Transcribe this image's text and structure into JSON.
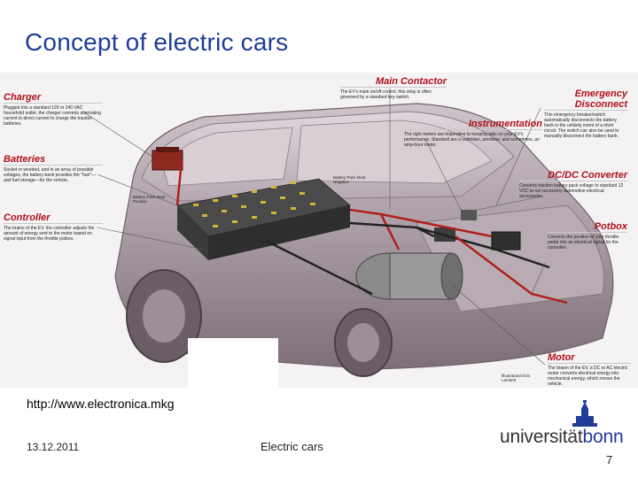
{
  "slide": {
    "title": "Concept of electric cars",
    "source_url": "http://www.electronica.mkg",
    "date": "13.12.2011",
    "footer_center": "Electric cars",
    "page_number": "7",
    "logo_prefix": "universität",
    "logo_suffix": "bonn"
  },
  "colors": {
    "title": "#1f3c99",
    "callout_heading": "#b0101a",
    "car_body": "#a89aa3",
    "logo_blue": "#1f3c99"
  },
  "callouts": {
    "charger": {
      "heading": "Charger",
      "body": "Plugged into a standard 120 or 240 VAC household outlet, the charger converts alternating current to direct current to charge the traction batteries."
    },
    "batteries": {
      "heading": "Batteries",
      "body": "Socket or weeded, and in an array of possible voltages, the battery bank provides the \"fuel\"—and fuel storage—for the vehicle."
    },
    "controller": {
      "heading": "Controller",
      "body": "The brains of the EV, the controller adjusts the amount of energy sent to the motor based on signal input from the throttle potbox."
    },
    "main_contactor": {
      "heading": "Main Contactor",
      "body": "The EV's main on/off control, this relay is often governed by a standard key switch."
    },
    "instrumentation": {
      "heading": "Instrumentation",
      "body": "The right meters are imperative to keeping tabs on your EV's performance. Standard are a voltmeter, ammeter, and sometimes, an amp-hour meter."
    },
    "emergency_disconnect": {
      "heading": "Emergency Disconnect",
      "body": "This emergency breaker/switch automatically disconnects the battery bank in the unlikely event of a short circuit. The switch can also be used to manually disconnect the battery bank."
    },
    "dcdc_converter": {
      "heading": "DC/DC Converter",
      "body": "Converts traction battery pack voltage to standard 12 VDC to run accessory automotive electrical accessories."
    },
    "potbox": {
      "heading": "Potbox",
      "body": "Converts the position of your throttle pedal into an electrical signal for the controller."
    },
    "motor": {
      "heading": "Motor",
      "body": "The brawn of the EV, a DC or AC electric motor converts electrical energy into mechanical energy, which moves the vehicle."
    }
  },
  "labels": {
    "battery_pack_positive": "Battery Pack Most Positive",
    "battery_pack_negative": "Battery Pack Most Negative",
    "illustrator_credit": "Illustration/Chris Lambert"
  }
}
